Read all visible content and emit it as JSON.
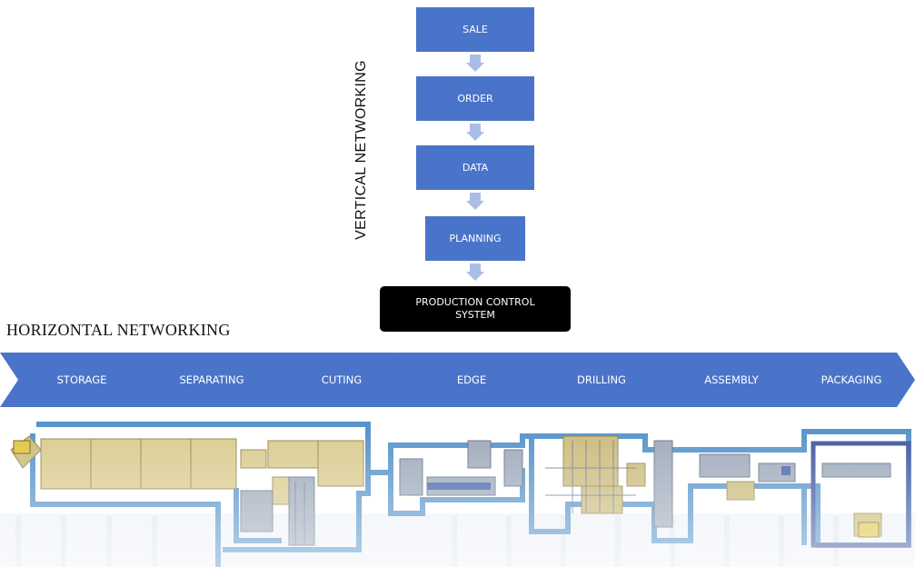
{
  "vertical": {
    "label": "VERTICAL NETWORKING",
    "steps": [
      "SALE",
      "ORDER",
      "DATA",
      "PLANNING"
    ],
    "control": "PRODUCTION CONTROL SYSTEM"
  },
  "horizontal": {
    "label": "HORIZONTAL NETWORKING",
    "steps": [
      "STORAGE",
      "SEPARATING",
      "CUTING",
      "EDGE",
      "DRILLING",
      "ASSEMBLY",
      "PACKAGING"
    ]
  },
  "colors": {
    "box": "#4a74c9",
    "arrow": "#a9bde6",
    "control": "#000000",
    "chevron": "#4a74c9"
  }
}
